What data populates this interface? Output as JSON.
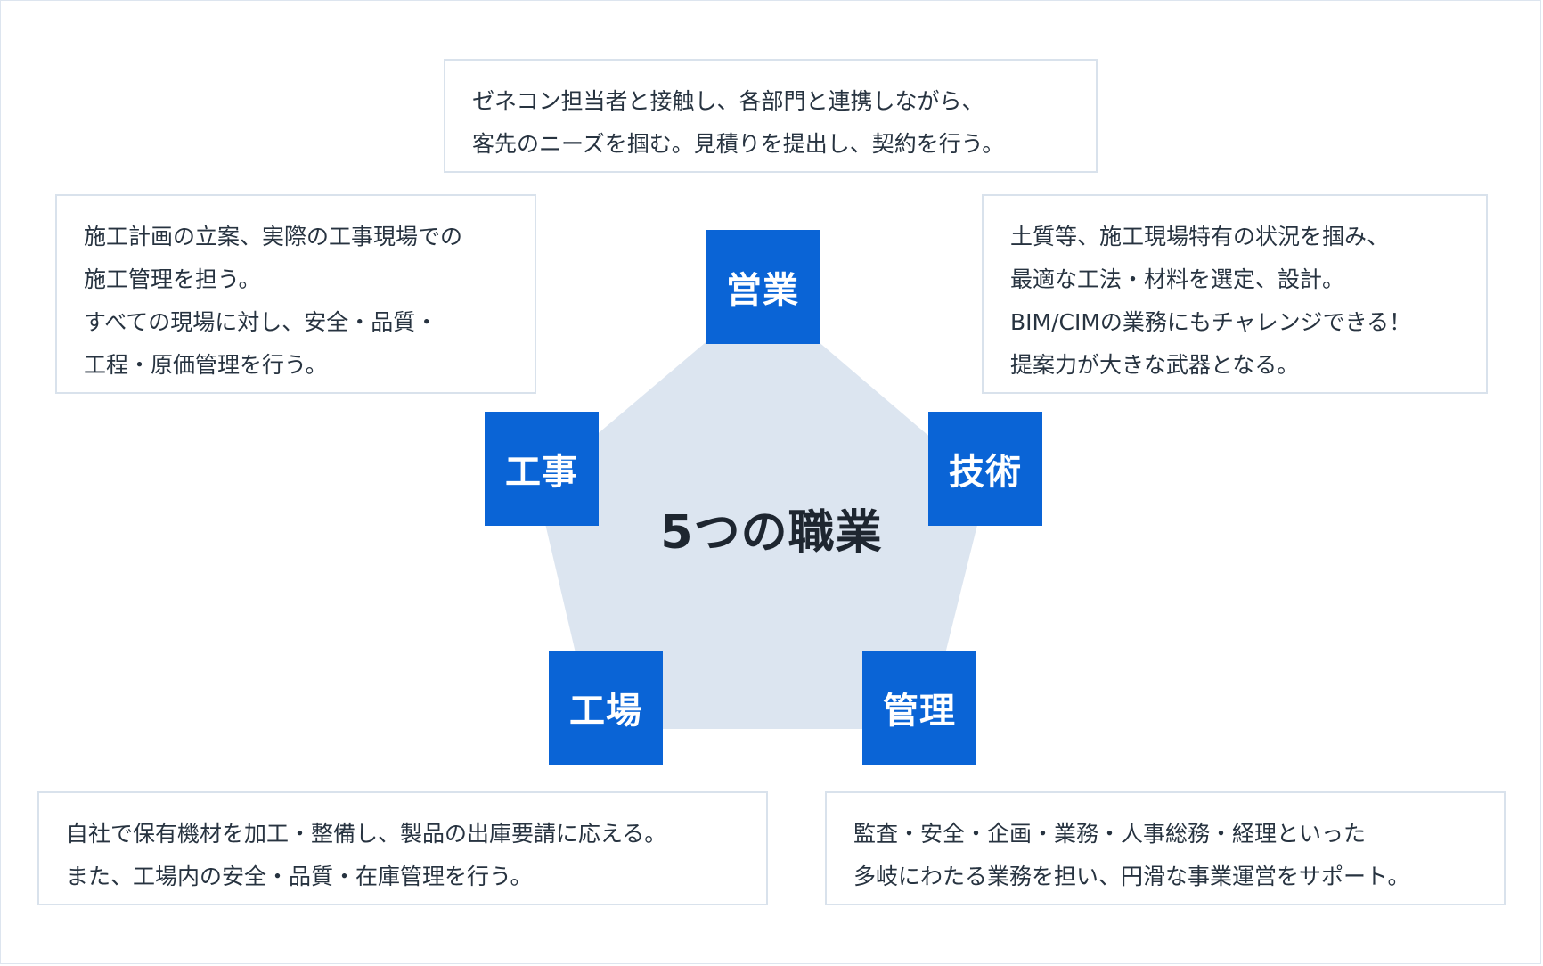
{
  "diagram": {
    "center_title": "5つの職業",
    "colors": {
      "role_fill": "#0a64d6",
      "pentagon_fill": "#dce5f0",
      "card_border": "#d9e2ec"
    },
    "roles": [
      {
        "id": "eigyo",
        "label": "営業",
        "description": [
          "ゼネコン担当者と接触し、各部門と連携しながら、",
          "客先のニーズを掴む。見積りを提出し、契約を行う。"
        ]
      },
      {
        "id": "gijutsu",
        "label": "技術",
        "description": [
          "土質等、施工現場特有の状況を掴み、",
          "最適な工法・材料を選定、設計。",
          "BIM/CIMの業務にもチャレンジできる！",
          "提案力が大きな武器となる。"
        ]
      },
      {
        "id": "kanri",
        "label": "管理",
        "description": [
          "監査・安全・企画・業務・人事総務・経理といった",
          "多岐にわたる業務を担い、円滑な事業運営をサポート。"
        ]
      },
      {
        "id": "kojo",
        "label": "工場",
        "description": [
          "自社で保有機材を加工・整備し、製品の出庫要請に応える。",
          "また、工場内の安全・品質・在庫管理を行う。"
        ]
      },
      {
        "id": "koji",
        "label": "工事",
        "description": [
          "施工計画の立案、実際の工事現場での",
          "施工管理を担う。",
          "すべての現場に対し、安全・品質・",
          "工程・原価管理を行う。"
        ]
      }
    ]
  }
}
